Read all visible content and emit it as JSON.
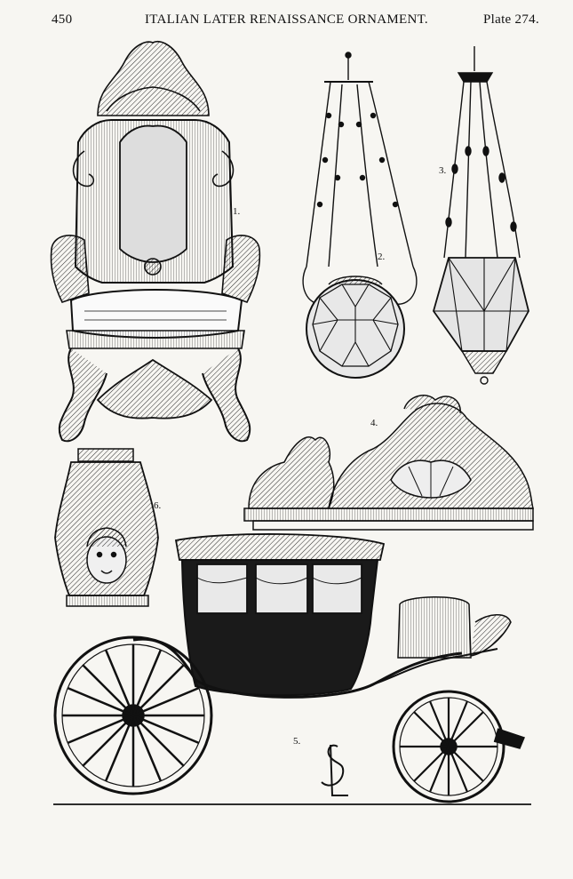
{
  "header": {
    "page_number": "450",
    "running_title": "ITALIAN LATER RENAISSANCE ORNAMENT.",
    "plate_label": "Plate 274."
  },
  "figures": {
    "fig1": {
      "label": "1.",
      "subject": "carved baroque armchair"
    },
    "fig2": {
      "label": "2.",
      "subject": "hanging lamp with polyhedral glass globe"
    },
    "fig3": {
      "label": "3.",
      "subject": "hanging lantern"
    },
    "fig4": {
      "label": "4.",
      "subject": "carved cornice / overdoor crest"
    },
    "fig5": {
      "label": "5.",
      "subject": "state coach"
    },
    "fig6": {
      "label": "6.",
      "subject": "carved pedestal with mask"
    }
  },
  "signature": {
    "monogram": "SL"
  },
  "colors": {
    "ink": "#111111",
    "paper": "#f7f6f2"
  }
}
